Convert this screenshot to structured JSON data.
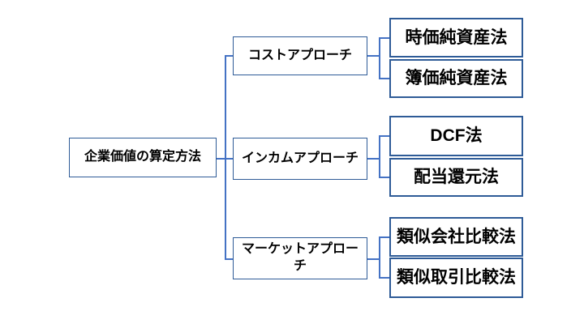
{
  "diagram": {
    "title_meaning": "Tree diagram of corporate value calculation methods",
    "root": {
      "label": "企業価値の算定方法"
    },
    "branches": [
      {
        "approach": {
          "label": "コストアプローチ"
        },
        "methods": [
          {
            "label": "時価純資産法"
          },
          {
            "label": "簿価純資産法"
          }
        ]
      },
      {
        "approach": {
          "label": "インカムアプローチ"
        },
        "methods": [
          {
            "label": "DCF法"
          },
          {
            "label": "配当還元法"
          }
        ]
      },
      {
        "approach": {
          "label": "マーケットアプロー\nチ"
        },
        "methods": [
          {
            "label": "類似会社比較法"
          },
          {
            "label": "類似取引比較法"
          }
        ]
      }
    ],
    "colors": {
      "box_border": "#2E5B97",
      "connector": "#4472C4",
      "text": "#000000",
      "background": "#FFFFFF"
    }
  }
}
